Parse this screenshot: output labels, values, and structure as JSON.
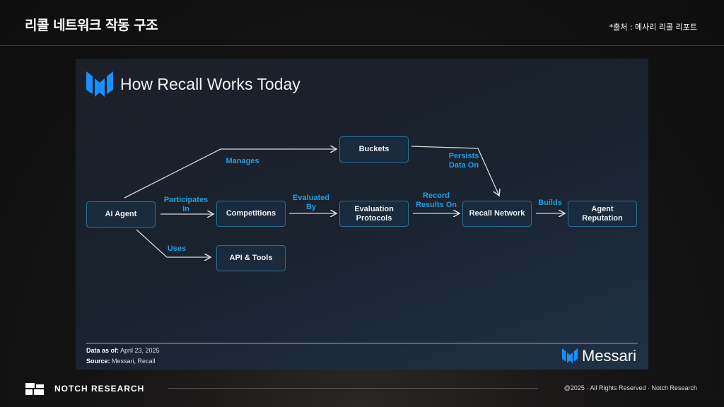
{
  "header": {
    "title": "리콜 네트워크 작동 구조",
    "source": "*출처 : 메사리 리콜 리포트"
  },
  "panel": {
    "title": "How Recall Works Today",
    "nodes": {
      "ai_agent": "AI Agent",
      "buckets": "Buckets",
      "competitions": "Competitions",
      "evaluation_protocols_1": "Evaluation",
      "evaluation_protocols_2": "Protocols",
      "api_tools": "API & Tools",
      "recall_network": "Recall Network",
      "agent_reputation_1": "Agent",
      "agent_reputation_2": "Reputation"
    },
    "edges": {
      "manages": "Manages",
      "participates_1": "Participates",
      "participates_2": "In",
      "evaluated_1": "Evaluated",
      "evaluated_2": "By",
      "uses": "Uses",
      "persists_1": "Persists",
      "persists_2": "Data On",
      "record_1": "Record",
      "record_2": "Results On",
      "builds": "Builds"
    },
    "footer": {
      "data_as_of_label": "Data as of:",
      "data_as_of": "April 23, 2025",
      "source_label": "Source:",
      "source": "Messari, Recall",
      "brand": "Messari"
    },
    "colors": {
      "accent": "#1f9fe0",
      "box_border": "#2a6f93"
    }
  },
  "footer": {
    "brand": "NOTCH RESEARCH",
    "copyright": "@2025 · All Rights Reserved · Notch Research"
  }
}
